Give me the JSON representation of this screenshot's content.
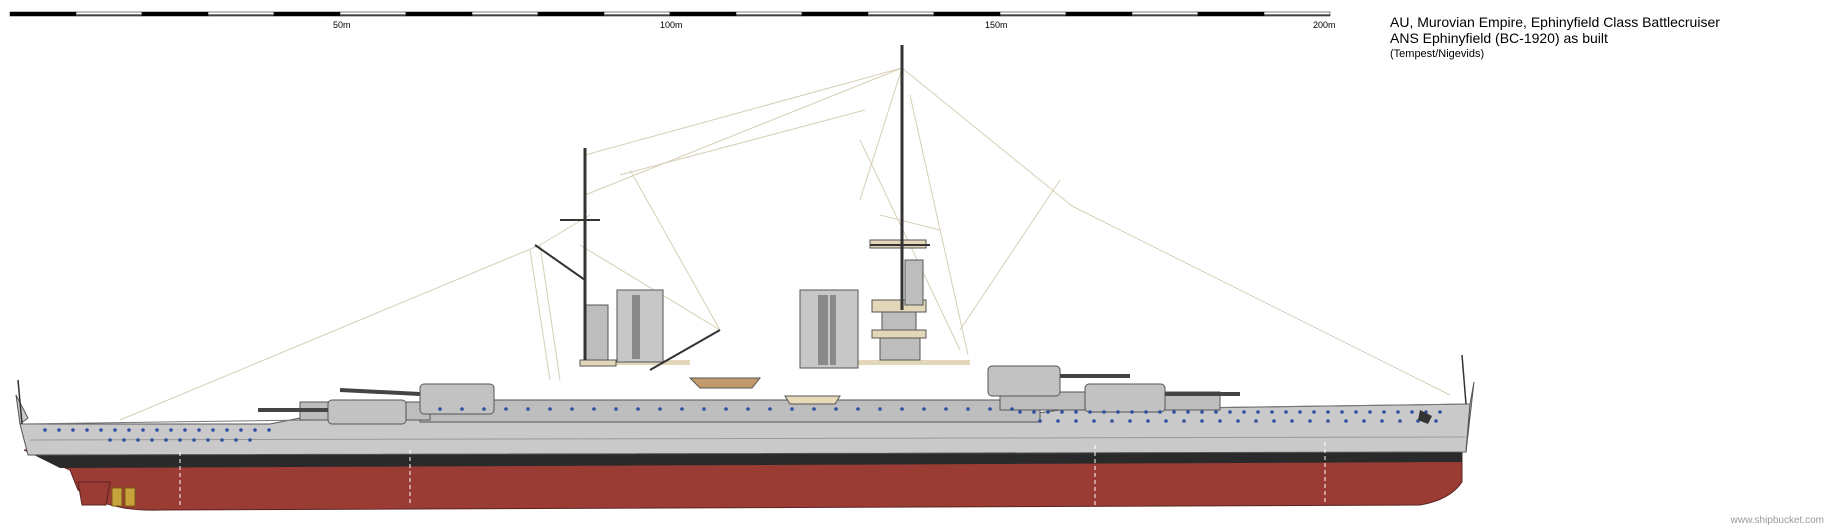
{
  "scale_bar": {
    "labels": [
      "50m",
      "100m",
      "150m",
      "200m"
    ]
  },
  "info": {
    "line1": "AU, Murovian Empire, Ephinyfield Class Battlecruiser",
    "line2": "ANS Ephinyfield (BC-1920) as built",
    "line3": "(Tempest/Nigevids)"
  },
  "watermark": "www.shipbucket.com",
  "colors": {
    "hull_red": "#9a3b34",
    "hull_grey": "#c9c9c9",
    "superstructure": "#bdbdbd",
    "deck_wood": "#e2d7b8",
    "boot_top": "#2a2a2a",
    "rigging": "#d6cfb6"
  }
}
